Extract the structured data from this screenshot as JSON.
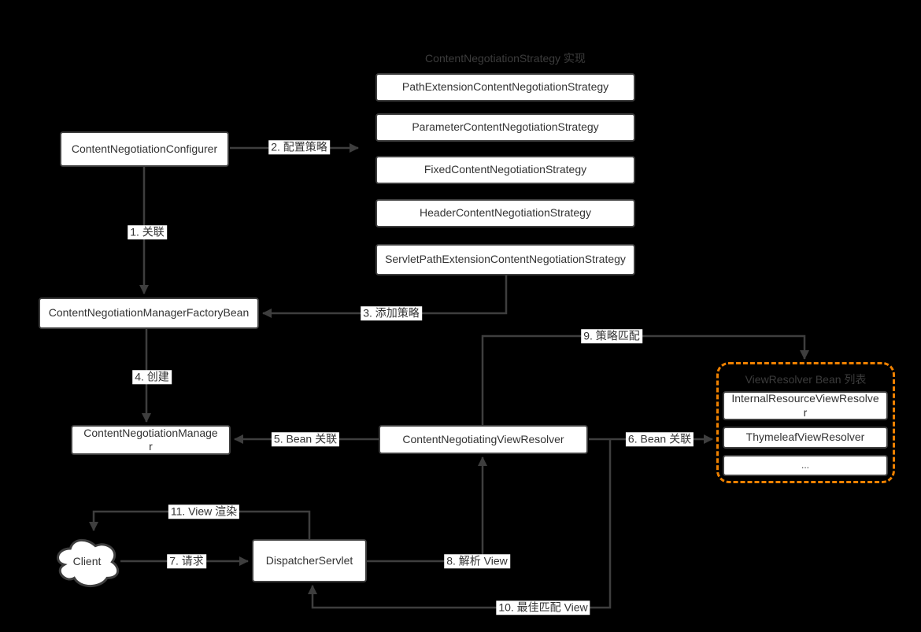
{
  "diagram": {
    "background": "#000000",
    "edge_color": "#3e3e3e",
    "accent_orange": "#ef8100",
    "strategy_group": {
      "title": "ContentNegotiationStrategy 实现",
      "items": [
        "PathExtensionContentNegotiationStrategy",
        "ParameterContentNegotiationStrategy",
        "FixedContentNegotiationStrategy",
        "HeaderContentNegotiationStrategy",
        "ServletPathExtensionContentNegotiationStrategy"
      ]
    },
    "resolver_group": {
      "title": "ViewResolver Bean 列表",
      "items": [
        "InternalResourceViewResolver",
        "ThymeleafViewResolver",
        "..."
      ]
    },
    "nodes": {
      "configurer": "ContentNegotiationConfigurer",
      "factory_bean": "ContentNegotiationManagerFactoryBean",
      "manager": "ContentNegotiationManager",
      "view_resolver": "ContentNegotiatingViewResolver",
      "dispatcher": "DispatcherServlet",
      "client": "Client"
    },
    "edge_labels": {
      "e1": "1. 关联",
      "e2": "2. 配置策略",
      "e3": "3. 添加策略",
      "e4": "4. 创建",
      "e5": "5. Bean 关联",
      "e6": "6. Bean 关联",
      "e7": "7. 请求",
      "e8": "8. 解析 View",
      "e9": "9. 策略匹配",
      "e10": "10. 最佳匹配 View",
      "e11": "11. View 渲染"
    }
  }
}
